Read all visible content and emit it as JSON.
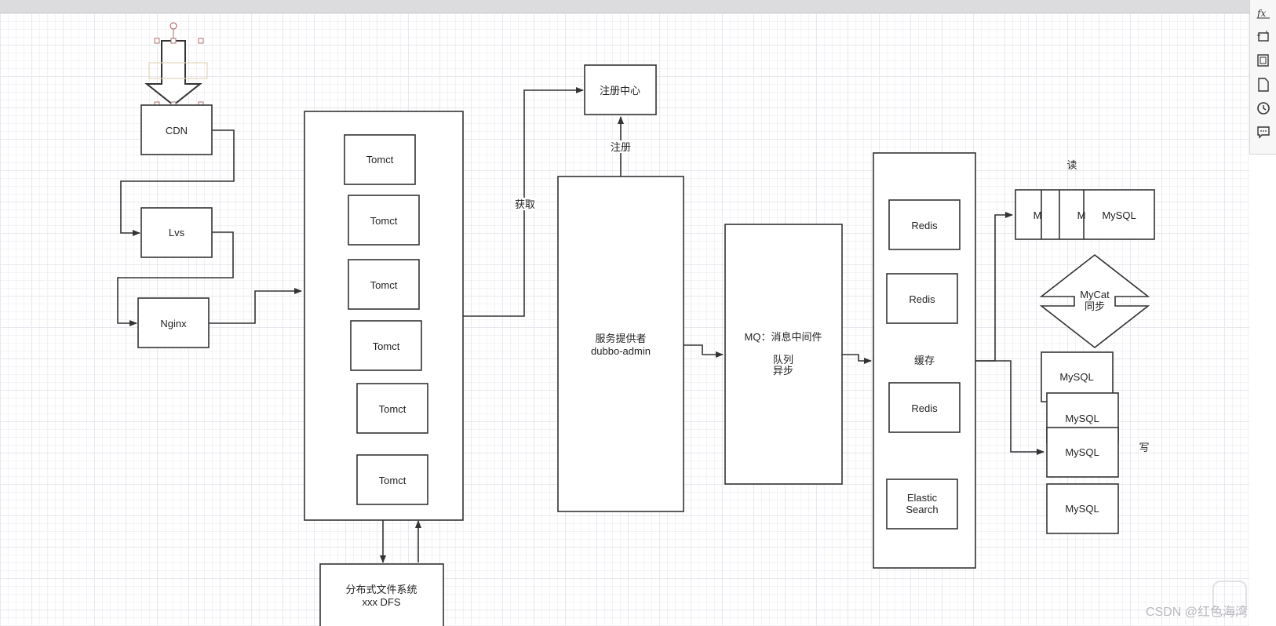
{
  "nodes": {
    "cdn": "CDN",
    "lvs": "Lvs",
    "nginx": "Nginx",
    "tomcat_1": "Tomct",
    "tomcat_2": "Tomct",
    "tomcat_3": "Tomct",
    "tomcat_4": "Tomct",
    "tomcat_5": "Tomct",
    "tomcat_6": "Tomct",
    "registry": "注册中心",
    "provider_line1": "服务提供者",
    "provider_line2": "dubbo-admin",
    "mq_line1": "MQ：消息中间件",
    "mq_line2": "队列",
    "mq_line3": "异步",
    "redis_1": "Redis",
    "redis_2": "Redis",
    "redis_3": "Redis",
    "elastic_line1": "Elastic",
    "elastic_line2": "Search",
    "cache": "缓存",
    "dfs_line1": "分布式文件系统",
    "dfs_line2": "xxx DFS",
    "mysql_read_1": "M",
    "mysql_read_2": "M",
    "mysql_read_3": "MySQL",
    "mycat_line1": "MyCat",
    "mycat_line2": "同步",
    "mysql_w1": "MySQL",
    "mysql_w2": "MySQL",
    "mysql_w3": "MySQL",
    "mysql_w4": "MySQL"
  },
  "edge_labels": {
    "fetch": "获取",
    "register": "注册",
    "read": "读",
    "write": "写"
  },
  "toolbar": {
    "icons": [
      "function-icon",
      "crop-icon",
      "pages-icon",
      "blank-page-icon",
      "history-icon",
      "comment-icon"
    ]
  },
  "watermark": "CSDN @红色海湾",
  "colors": {
    "stroke": "#333333",
    "selection": "#b07070",
    "grid": "#e8e8ee"
  }
}
